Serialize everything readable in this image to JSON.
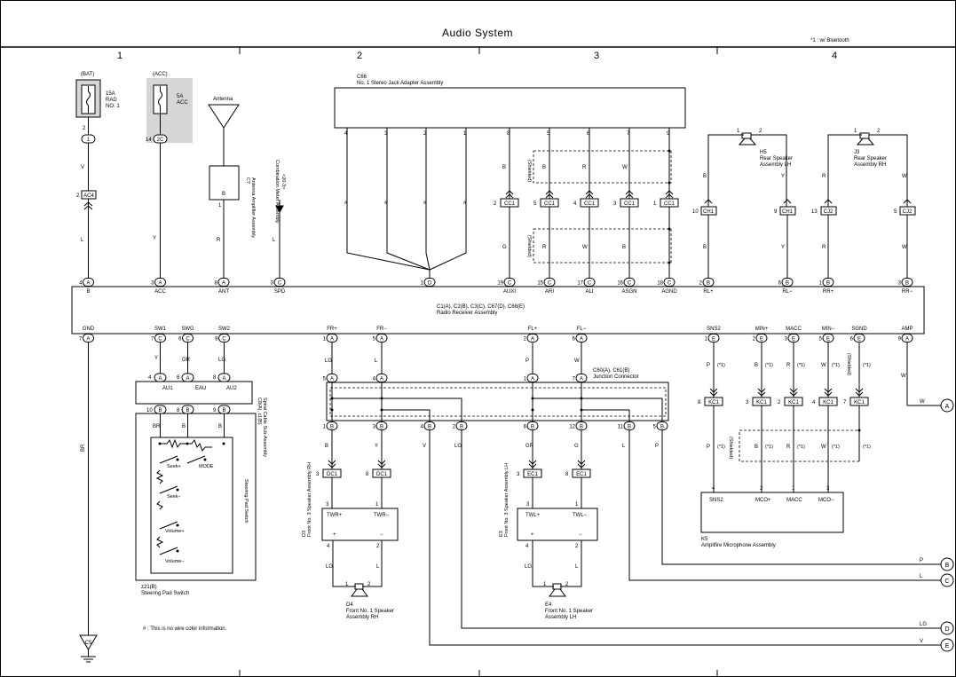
{
  "title": "Audio System",
  "bluetooth_note": "*1 : w/ Bluetooth",
  "no_color_note": "# : This is no wire color information.",
  "columns": [
    "1",
    "2",
    "3",
    "4"
  ],
  "fuses": [
    {
      "bus": "(BAT)",
      "rating": "15A",
      "name1": "RAD",
      "name2": "NO. 1",
      "pin": "2",
      "conn": "1"
    },
    {
      "bus": "(ACC)",
      "rating": "5A",
      "name1": "ACC",
      "name2": "",
      "pin": "14",
      "conn": "2C"
    }
  ],
  "antenna": {
    "label": "Antenna",
    "amp_pin": "B",
    "amp_pin2": "1",
    "ref": "C7",
    "name": "Antenna Amplifier Assembly"
  },
  "meter": {
    "label": "Combination Meter Assembly",
    "sub": "<20-3>"
  },
  "jack": {
    "ref": "C66",
    "name": "No. 1 Stereo Jack Adapter Assembly",
    "pins": [
      "4",
      "3",
      "2",
      "1",
      "8",
      "5",
      "6",
      "7",
      "9"
    ]
  },
  "rear_lh": {
    "ref": "H5",
    "name1": "Rear Speaker",
    "name2": "Assembly LH",
    "pins": [
      "1",
      "2"
    ]
  },
  "rear_rh": {
    "ref": "J3",
    "name1": "Rear Speaker",
    "name2": "Assembly RH",
    "pins": [
      "1",
      "2"
    ]
  },
  "radio": {
    "ref": "C1(A), C2(B), C3(C), C67(D), C68(E)",
    "name": "Radio Receiver Assembly",
    "top_pins": [
      {
        "pin": "4",
        "conn": "A",
        "label": "B"
      },
      {
        "pin": "3",
        "conn": "A",
        "label": "ACC"
      },
      {
        "pin": "8",
        "conn": "A",
        "label": "ANT"
      },
      {
        "pin": "3",
        "conn": "C",
        "label": "SPD"
      },
      {
        "pin": "1",
        "conn": "D",
        "label": ""
      },
      {
        "pin": "19",
        "conn": "C",
        "label": "AUXI"
      },
      {
        "pin": "15",
        "conn": "C",
        "label": "ARI"
      },
      {
        "pin": "17",
        "conn": "C",
        "label": "ALI"
      },
      {
        "pin": "16",
        "conn": "C",
        "label": "ASGN"
      },
      {
        "pin": "18",
        "conn": "C",
        "label": "AGND"
      },
      {
        "pin": "2",
        "conn": "B",
        "label": "RL+"
      },
      {
        "pin": "6",
        "conn": "B",
        "label": "RL−"
      },
      {
        "pin": "1",
        "conn": "B",
        "label": "RR+"
      },
      {
        "pin": "3",
        "conn": "B",
        "label": "RR−"
      }
    ],
    "bottom_pins": [
      {
        "pin": "7",
        "conn": "A",
        "label": "GND"
      },
      {
        "pin": "7",
        "conn": "C",
        "label": "SW1"
      },
      {
        "pin": "6",
        "conn": "C",
        "label": "SWG"
      },
      {
        "pin": "8",
        "conn": "C",
        "label": "SW2"
      },
      {
        "pin": "1",
        "conn": "A",
        "label": "FR+"
      },
      {
        "pin": "5",
        "conn": "A",
        "label": "FR−"
      },
      {
        "pin": "2",
        "conn": "A",
        "label": "FL+"
      },
      {
        "pin": "6",
        "conn": "A",
        "label": "FL−"
      },
      {
        "pin": "1",
        "conn": "E",
        "label": "SNS2"
      },
      {
        "pin": "2",
        "conn": "E",
        "label": "MIN+"
      },
      {
        "pin": "3",
        "conn": "E",
        "label": "MACC"
      },
      {
        "pin": "5",
        "conn": "E",
        "label": "MIN−"
      },
      {
        "pin": "6",
        "conn": "E",
        "label": "SGND"
      },
      {
        "pin": "9",
        "conn": "A",
        "label": "AMP"
      }
    ]
  },
  "spiral": {
    "ref": "C8(A), z1(B)",
    "name": "Spiral Cable Sub-Assembly",
    "top": [
      "AU1",
      "EAU",
      "AU2"
    ]
  },
  "steering": {
    "ref": "z21(B)",
    "name": "Steering Pad Switch",
    "side": "Steering Pad Switch",
    "labels": [
      "Seek+",
      "MODE",
      "Seek−",
      "Volume+",
      "Volume−"
    ]
  },
  "junction": {
    "ref": "C60(A), C61(B)",
    "name": "Junction Connector"
  },
  "front_rh_amp": {
    "name": "Front No. 3 Speaker Assembly RH",
    "ref": "D3",
    "pins": [
      "TWR+",
      "TWR−"
    ]
  },
  "front_lh_amp": {
    "name": "Front No. 3 Speaker Assembly LH",
    "ref": "E3",
    "pins": [
      "TWL+",
      "TWL−"
    ]
  },
  "front_rh": {
    "ref": "D4",
    "name1": "Front No. 1 Speaker",
    "name2": "Assembly RH"
  },
  "front_lh": {
    "ref": "E4",
    "name1": "Front No. 1 Speaker",
    "name2": "Assembly LH"
  },
  "mic": {
    "ref": "K5",
    "name": "Amplifire Microphone Assembly",
    "pins": [
      "SNS2",
      "MCO+",
      "MACC",
      "MCO−"
    ]
  },
  "ground": {
    "ref": "C5"
  },
  "offpage": {
    "A": "A",
    "B": "B",
    "C": "C",
    "D": "D",
    "E": "E"
  },
  "offpage_colors": {
    "A": "W",
    "B": "P",
    "C": "L",
    "D": "LG",
    "E": "V"
  }
}
